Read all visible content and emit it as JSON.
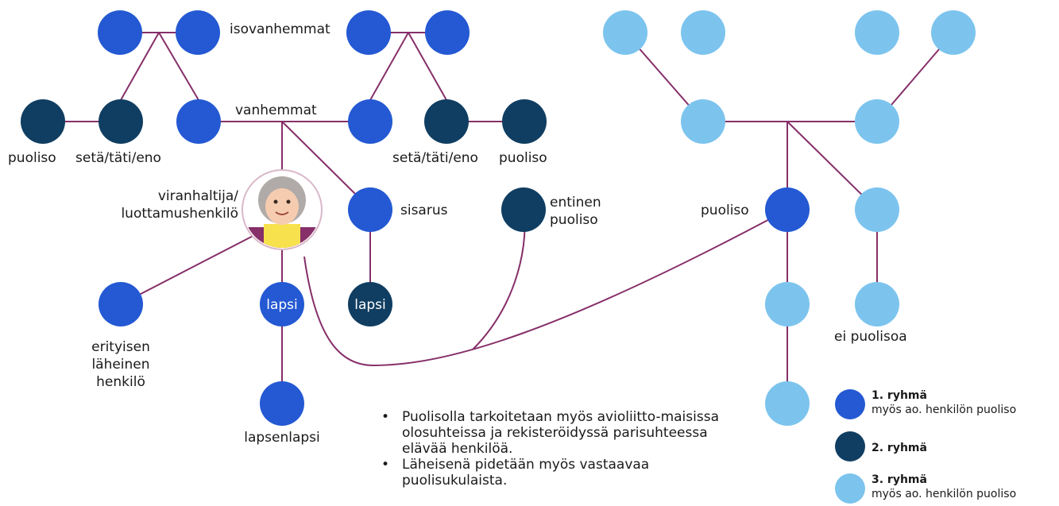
{
  "colors": {
    "group1": "#2459d3",
    "group2": "#103e62",
    "group3": "#7cc4ee",
    "line": "#862f69"
  },
  "labels": {
    "grandparents": "isovanhemmat",
    "parents": "vanhemmat",
    "spouse_left": "puoliso",
    "uncle_left": "setä/täti/eno",
    "uncle_right": "setä/täti/eno",
    "spouse_right": "puoliso",
    "official_line1": "viranhaltija/",
    "official_line2": "luottamushenkilö",
    "sibling": "sisarus",
    "ex_spouse_line1": "entinen",
    "ex_spouse_line2": "puoliso",
    "spouse_center": "puoliso",
    "close_person_line1": "erityisen",
    "close_person_line2": "läheinen",
    "close_person_line3": "henkilö",
    "child": "lapsi",
    "sibling_child": "lapsi",
    "grandchild": "lapsenlapsi",
    "no_spouse": "ei puolisoa"
  },
  "legend": [
    {
      "title": "1. ryhmä",
      "subtitle": "myös ao. henkilön puoliso",
      "color": "#2459d3"
    },
    {
      "title": "2. ryhmä",
      "subtitle": "",
      "color": "#103e62"
    },
    {
      "title": "3. ryhmä",
      "subtitle": "myös ao. henkilön puoliso",
      "color": "#7cc4ee"
    }
  ],
  "notes": [
    "Puolisolla tarkoitetaan myös avioliitto-maisissa olosuhteissa ja rekisteröidyssä parisuhteessa elävää henkilöä.",
    "Läheisenä pidetään myös vastaavaa puolisukulaista."
  ]
}
